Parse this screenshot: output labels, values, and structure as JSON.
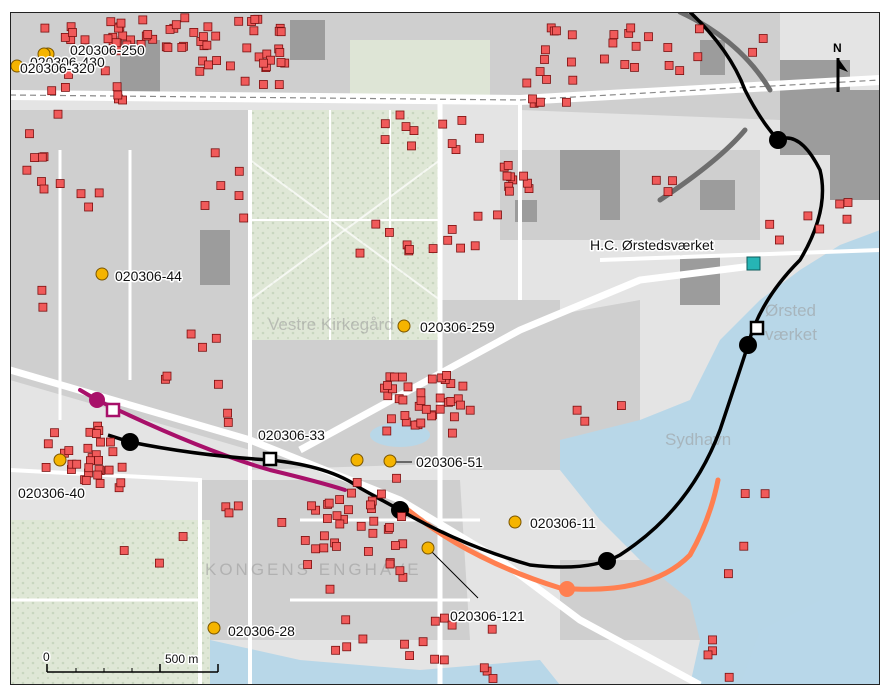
{
  "colors": {
    "land": "#e4e4e4",
    "urban": "#cfcfcf",
    "building": "#9c9c9c",
    "park": "#dfe7d6",
    "water": "#b8d7e8",
    "road": "#ffffff",
    "boring_fill": "#f05a5a",
    "boring_stroke": "#7a1010",
    "well_fill": "#f5b400",
    "well_stroke": "#7a5500",
    "metro_line": "#000000",
    "magenta_line": "#a8106a",
    "orange_line": "#ff7f50",
    "station_box": "#26b5b5",
    "grey_track": "#6e6e6e"
  },
  "north_arrow": {
    "label": "N",
    "icon": "north-arrow-icon"
  },
  "scale_bar": {
    "start_label": "0",
    "end_label": "500 m"
  },
  "place_labels": {
    "hc_orsted": "H.C. Ørstedsværket",
    "vestre_kirkegard": "Vestre Kirkegård",
    "orsted_faint_1": "Ørsted",
    "orsted_faint_2": "værket",
    "sydhavn_faint": "Sydhavn",
    "kongens_faint": "KONGENS ENGHAVE"
  },
  "wells": [
    {
      "id": "020306-430",
      "label": "020306-430"
    },
    {
      "id": "020306-250",
      "label": "020306-250"
    },
    {
      "id": "020306-320",
      "label": "020306-320"
    },
    {
      "id": "020306-44",
      "label": "020306-44"
    },
    {
      "id": "020306-259",
      "label": "020306-259"
    },
    {
      "id": "020306-33",
      "label": "020306-33"
    },
    {
      "id": "020306-51",
      "label": "020306-51"
    },
    {
      "id": "020306-40",
      "label": "020306-40"
    },
    {
      "id": "020306-11",
      "label": "020306-11"
    },
    {
      "id": "020306-121",
      "label": "020306-121"
    },
    {
      "id": "020306-28",
      "label": "020306-28"
    }
  ]
}
